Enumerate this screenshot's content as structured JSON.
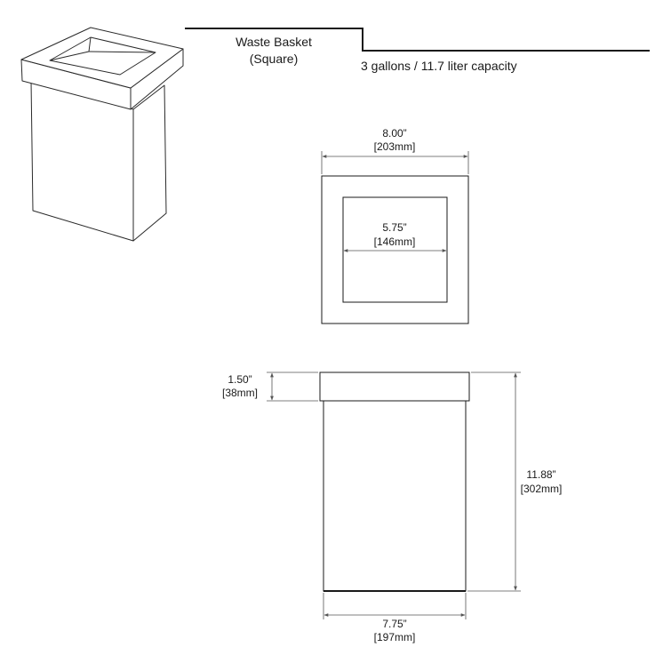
{
  "header": {
    "title_line1": "Waste Basket",
    "title_line2": "(Square)",
    "capacity": "3 gallons / 11.7 liter capacity"
  },
  "top_view": {
    "outer_width_in": "8.00”",
    "outer_width_mm": "[203mm]",
    "inner_width_in": "5.75”",
    "inner_width_mm": "[146mm]"
  },
  "front_view": {
    "lid_height_in": "1.50”",
    "lid_height_mm": "[38mm]",
    "total_height_in": "11.88”",
    "total_height_mm": "[302mm]",
    "body_width_in": "7.75”",
    "body_width_mm": "[197mm]"
  },
  "colors": {
    "line": "#1a1a1a",
    "dim_line": "#555555"
  }
}
